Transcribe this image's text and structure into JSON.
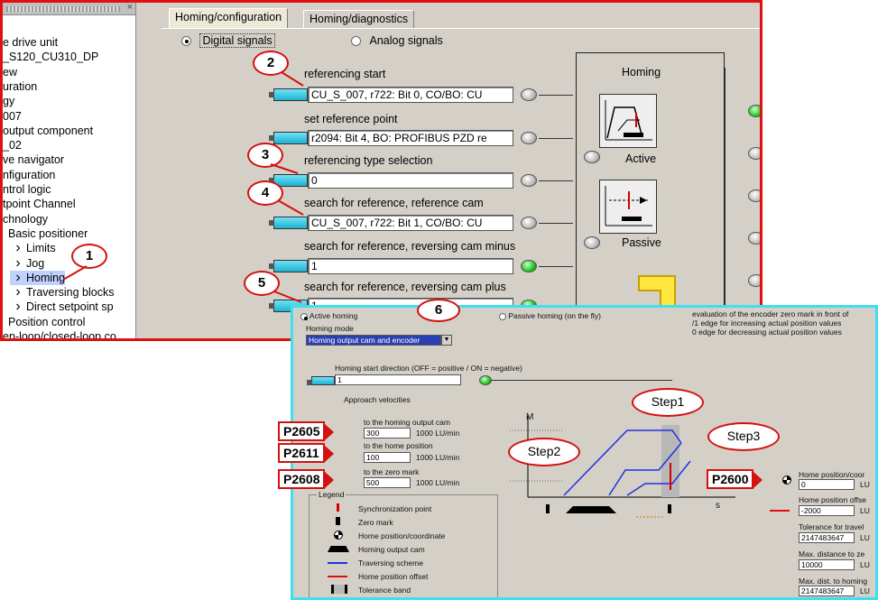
{
  "tree": {
    "items": [
      {
        "label": "e drive unit",
        "indent": 0
      },
      {
        "label": "_S120_CU310_DP",
        "indent": 0
      },
      {
        "label": "ew",
        "indent": 0
      },
      {
        "label": "uration",
        "indent": 0
      },
      {
        "label": "gy",
        "indent": 0
      },
      {
        "label": "007",
        "indent": 0
      },
      {
        "label": "output component",
        "indent": 0
      },
      {
        "label": "_02",
        "indent": 0
      },
      {
        "label": "ve navigator",
        "indent": 0
      },
      {
        "label": "nfiguration",
        "indent": 0
      },
      {
        "label": "ntrol logic",
        "indent": 0
      },
      {
        "label": "tpoint Channel",
        "indent": 0
      },
      {
        "label": "chnology",
        "indent": 0
      },
      {
        "label": "Basic positioner",
        "indent": 1
      },
      {
        "label": "Limits",
        "indent": 2
      },
      {
        "label": "Jog",
        "indent": 2
      },
      {
        "label": "Homing",
        "indent": 2
      },
      {
        "label": "Traversing blocks",
        "indent": 2
      },
      {
        "label": "Direct setpoint sp",
        "indent": 2
      },
      {
        "label": "Position control",
        "indent": 1
      },
      {
        "label": "en-loop/closed-loop co",
        "indent": 0
      }
    ]
  },
  "tabs": [
    {
      "label": "Homing/configuration",
      "active": true
    },
    {
      "label": "Homing/diagnostics",
      "active": false
    }
  ],
  "signal_mode": {
    "digital": "Digital signals",
    "analog": "Analog signals"
  },
  "signals": [
    {
      "label": "referencing start",
      "value": "CU_S_007, r722: Bit 0, CO/BO: CU",
      "led": "off"
    },
    {
      "label": "set reference point",
      "value": "r2094: Bit 4, BO: PROFIBUS PZD re",
      "led": "off"
    },
    {
      "label": "referencing type selection",
      "value": "0",
      "led": "off"
    },
    {
      "label": "search for reference, reference cam",
      "value": "CU_S_007, r722: Bit 1, CO/BO: CU",
      "led": "off"
    },
    {
      "label": "search for reference, reversing cam minus",
      "value": "1",
      "led": "on"
    },
    {
      "label": "search for reference, reversing cam plus",
      "value": "1",
      "led": "on"
    }
  ],
  "homing_box": {
    "title": "Homing",
    "active": "Active",
    "passive": "Passive"
  },
  "callouts": [
    "1",
    "2",
    "3",
    "4",
    "5",
    "6"
  ],
  "detail": {
    "active_homing": "Active homing",
    "passive_homing": "Passive homing (on the fly)",
    "eval_lines": [
      "evaluation of the encoder zero mark in front of",
      "/1 edge for increasing actual position values",
      "0 edge for decreasing actual position values"
    ],
    "homing_mode_label": "Homing mode",
    "homing_mode_value": "Homing output cam and encoder",
    "start_dir_label": "Homing start direction (OFF = positive / ON = negative)",
    "start_dir_value": "1",
    "approach_label": "Approach velocities",
    "velocities": [
      {
        "tag": "P2605",
        "label": "to the homing output cam",
        "value": "300",
        "unit": "1000 LU/min"
      },
      {
        "tag": "P2611",
        "label": "to the home position",
        "value": "100",
        "unit": "1000 LU/min"
      },
      {
        "tag": "P2608",
        "label": "to the zero mark",
        "value": "500",
        "unit": "1000 LU/min"
      }
    ],
    "steps": [
      "Step1",
      "Step2",
      "Step3"
    ],
    "axis_m": "M",
    "axis_s": "s",
    "legend_title": "Legend",
    "legend_items": [
      "Synchronization point",
      "Zero mark",
      "Home position/coordinate",
      "Homing output cam",
      "Traversing scheme",
      "Home position offset",
      "Tolerance band"
    ],
    "p2600": "P2600",
    "right_fields": [
      {
        "label": "Home position/coor",
        "value": "0",
        "unit": "LU"
      },
      {
        "label": "Home position offse",
        "value": "-2000",
        "unit": "LU"
      },
      {
        "label": "Tolerance for travel",
        "value": "2147483647",
        "unit": "LU"
      },
      {
        "label": "Max. distance to ze",
        "value": "10000",
        "unit": "LU"
      },
      {
        "label": "Max. dist. to homing",
        "value": "2147483647",
        "unit": "LU"
      }
    ]
  }
}
